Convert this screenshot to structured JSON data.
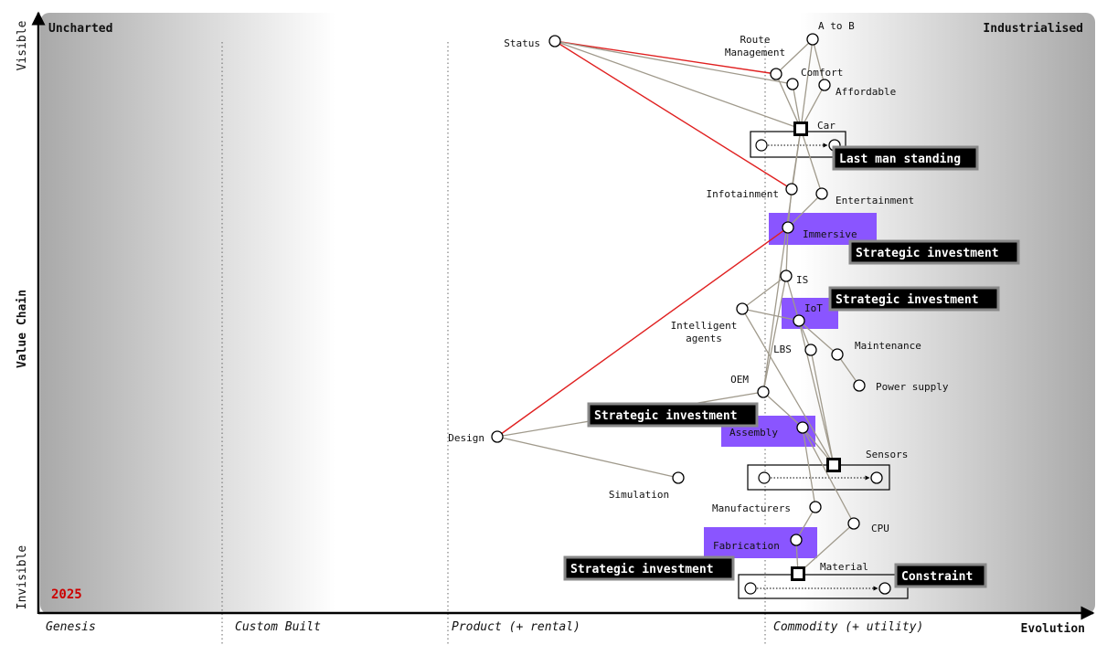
{
  "map": {
    "axes": {
      "x_title": "Evolution",
      "y_title": "Value Chain",
      "y_top": "Visible",
      "y_bottom": "Invisible",
      "stages": [
        "Genesis",
        "Custom Built",
        "Product (+ rental)",
        "Commodity (+ utility)"
      ]
    },
    "corners": {
      "top_left": "Uncharted",
      "top_right": "Industrialised"
    },
    "year": "2025",
    "colors": {
      "link": "#a09a8c",
      "highlight_link": "#e02020",
      "block": "#8a55ff",
      "note_bg": "#000000",
      "note_border": "#888888",
      "year": "#cc0000"
    },
    "components": [
      {
        "id": "status",
        "label": "Status"
      },
      {
        "id": "route",
        "label_lines": [
          "Route",
          "Management"
        ]
      },
      {
        "id": "a_to_b",
        "label": "A to B"
      },
      {
        "id": "comfort",
        "label": "Comfort"
      },
      {
        "id": "affordable",
        "label": "Affordable"
      },
      {
        "id": "car",
        "label": "Car",
        "kind": "square"
      },
      {
        "id": "car_future",
        "label": ""
      },
      {
        "id": "infotainment",
        "label": "Infotainment"
      },
      {
        "id": "entertainment",
        "label": "Entertainment"
      },
      {
        "id": "immersive",
        "label": "Immersive"
      },
      {
        "id": "is",
        "label": "IS"
      },
      {
        "id": "iot",
        "label": "IoT"
      },
      {
        "id": "intelligent_agents",
        "label_lines": [
          "Intelligent",
          "agents"
        ]
      },
      {
        "id": "lbs",
        "label": "LBS"
      },
      {
        "id": "maintenance",
        "label": "Maintenance"
      },
      {
        "id": "power_supply",
        "label": "Power supply"
      },
      {
        "id": "oem",
        "label": "OEM"
      },
      {
        "id": "design",
        "label": "Design"
      },
      {
        "id": "assembly",
        "label": "Assembly"
      },
      {
        "id": "simulation",
        "label": "Simulation"
      },
      {
        "id": "sensors",
        "label": "Sensors",
        "kind": "square"
      },
      {
        "id": "sensors_future",
        "label": ""
      },
      {
        "id": "manufacturers",
        "label": "Manufacturers"
      },
      {
        "id": "cpu",
        "label": "CPU"
      },
      {
        "id": "fabrication",
        "label": "Fabrication"
      },
      {
        "id": "material",
        "label": "Material",
        "kind": "square"
      },
      {
        "id": "material_future",
        "label": ""
      }
    ],
    "links": [
      [
        "status",
        "route",
        "red"
      ],
      [
        "status",
        "infotainment",
        "red"
      ],
      [
        "design",
        "immersive",
        "red"
      ],
      [
        "status",
        "car",
        "grey"
      ],
      [
        "status",
        "comfort",
        "grey"
      ],
      [
        "route",
        "a_to_b",
        "grey"
      ],
      [
        "route",
        "car",
        "grey"
      ],
      [
        "a_to_b",
        "car",
        "grey"
      ],
      [
        "a_to_b",
        "affordable",
        "grey"
      ],
      [
        "comfort",
        "car",
        "grey"
      ],
      [
        "affordable",
        "car",
        "grey"
      ],
      [
        "car",
        "infotainment",
        "grey"
      ],
      [
        "car",
        "entertainment",
        "grey"
      ],
      [
        "car",
        "oem",
        "grey"
      ],
      [
        "infotainment",
        "immersive",
        "grey"
      ],
      [
        "entertainment",
        "immersive",
        "grey"
      ],
      [
        "immersive",
        "is",
        "grey"
      ],
      [
        "is",
        "iot",
        "grey"
      ],
      [
        "is",
        "intelligent_agents",
        "grey"
      ],
      [
        "is",
        "oem",
        "grey"
      ],
      [
        "intelligent_agents",
        "iot",
        "grey"
      ],
      [
        "intelligent_agents",
        "sensors",
        "grey"
      ],
      [
        "iot",
        "lbs",
        "grey"
      ],
      [
        "iot",
        "maintenance",
        "grey"
      ],
      [
        "iot",
        "sensors",
        "grey"
      ],
      [
        "lbs",
        "sensors",
        "grey"
      ],
      [
        "maintenance",
        "power_supply",
        "grey"
      ],
      [
        "oem",
        "design",
        "grey"
      ],
      [
        "oem",
        "assembly",
        "grey"
      ],
      [
        "design",
        "simulation",
        "grey"
      ],
      [
        "assembly",
        "sensors",
        "grey"
      ],
      [
        "assembly",
        "manufacturers",
        "grey"
      ],
      [
        "assembly",
        "cpu",
        "grey"
      ],
      [
        "manufacturers",
        "fabrication",
        "grey"
      ],
      [
        "fabrication",
        "material",
        "grey"
      ],
      [
        "cpu",
        "material",
        "grey"
      ]
    ],
    "evolve_arrows": [
      [
        "car_future"
      ],
      [
        "sensors_future"
      ],
      [
        "material_future"
      ]
    ],
    "blocks": [
      {
        "id": "block_immersive",
        "label": "Immersive"
      },
      {
        "id": "block_iot",
        "label": "IoT"
      },
      {
        "id": "block_assembly",
        "label": "Assembly"
      },
      {
        "id": "block_fabrication",
        "label": "Fabrication"
      }
    ],
    "notes": [
      {
        "id": "note_last_man",
        "text": "Last man standing"
      },
      {
        "id": "note_strategic_1",
        "text": "Strategic investment"
      },
      {
        "id": "note_strategic_2",
        "text": "Strategic investment"
      },
      {
        "id": "note_strategic_3",
        "text": "Strategic investment"
      },
      {
        "id": "note_strategic_4",
        "text": "Strategic investment"
      },
      {
        "id": "note_constraint",
        "text": "Constraint"
      }
    ]
  }
}
